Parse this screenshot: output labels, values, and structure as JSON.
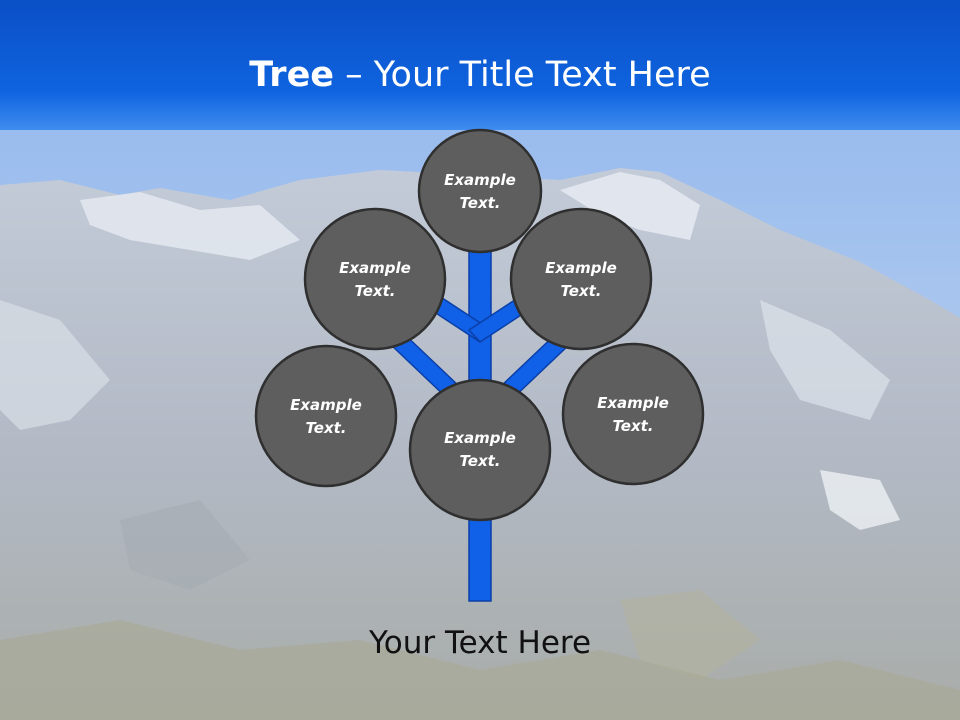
{
  "title": {
    "bold": "Tree",
    "rest": " – Your Title Text Here"
  },
  "nodes": [
    {
      "line1": "Example",
      "line2": "Text."
    },
    {
      "line1": "Example",
      "line2": "Text."
    },
    {
      "line1": "Example",
      "line2": "Text."
    },
    {
      "line1": "Example",
      "line2": "Text."
    },
    {
      "line1": "Example",
      "line2": "Text."
    },
    {
      "line1": "Example",
      "line2": "Text."
    }
  ],
  "footer": "Your Text Here",
  "colors": {
    "header": "#0f63df",
    "branch": "#1060e8",
    "branch_outline": "#0b3fa8",
    "node_fill": "#5e5e5e",
    "node_stroke": "#2f2f2f"
  }
}
